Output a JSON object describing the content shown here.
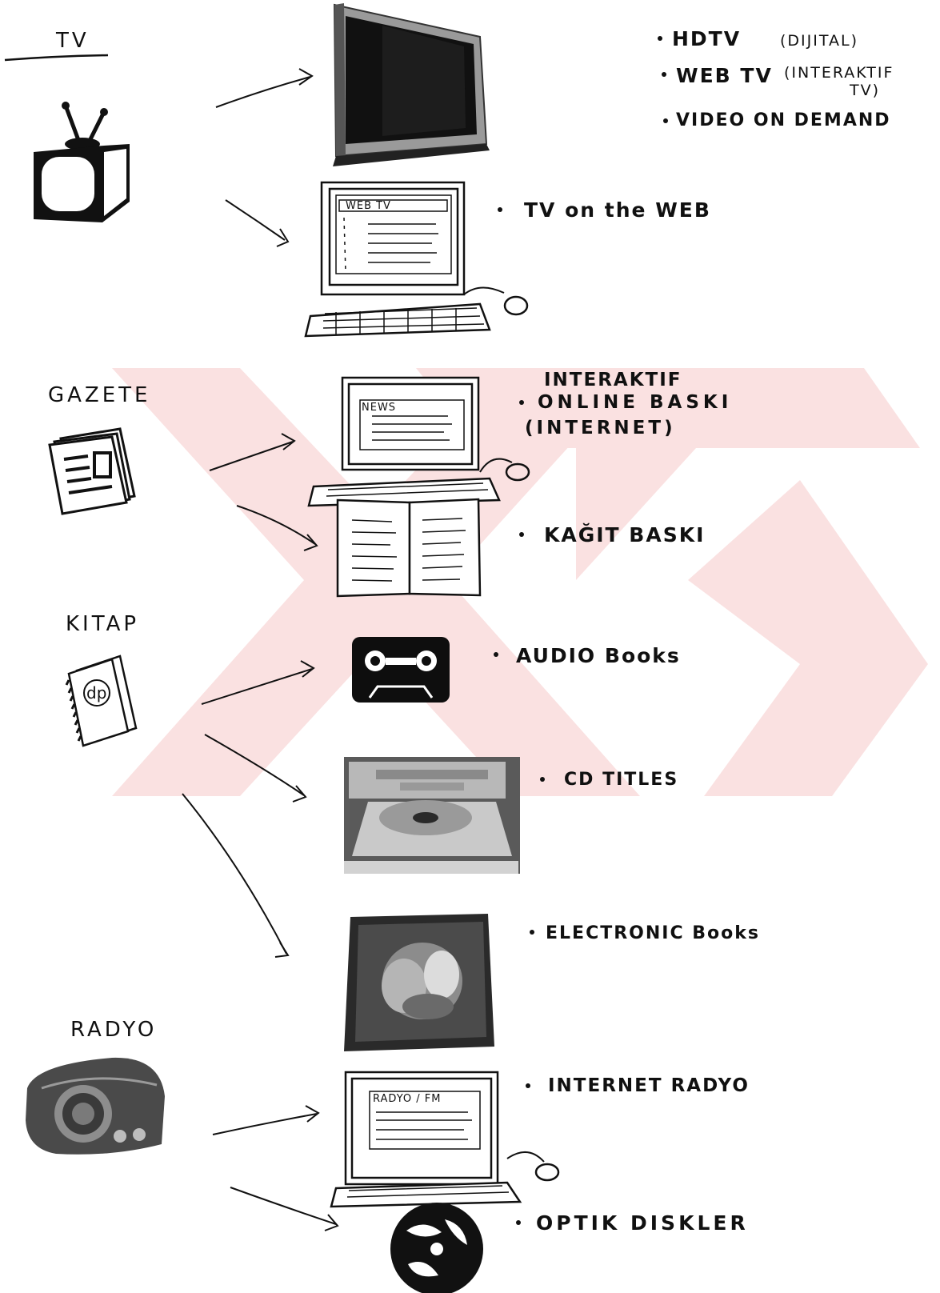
{
  "watermark": {
    "color": "#f2b8b8"
  },
  "sections": {
    "tv": {
      "heading": "TV",
      "bullets": [
        "HDTV",
        "WEB TV",
        "VIDEO ON DEMAND",
        "TV on the WEB"
      ],
      "notes": {
        "hdtv": "(DIJITAL)",
        "webtv_1": "(INTERAKTIF",
        "webtv_2": "TV)"
      },
      "screen_text": "WEB TV"
    },
    "gazete": {
      "heading": "GAZETE",
      "online": [
        "INTERAKTIF",
        "ONLINE BASKI",
        "(INTERNET)"
      ],
      "print": "KAĞIT BASKI",
      "screen_text": "NEWS"
    },
    "kitap": {
      "heading": "KITAP",
      "bullets": [
        "AUDIO Books",
        "CD TITLES",
        "ELECTRONIC Books"
      ],
      "book_logo": "dp"
    },
    "radyo": {
      "heading": "RADYO",
      "bullets": [
        "INTERNET RADYO",
        "OPTIK DISKLER"
      ],
      "screen_text": "RADYO / FM"
    }
  },
  "icons": [
    "retro-tv-icon",
    "flat-tv-icon",
    "web-tv-computer-icon",
    "newspaper-icon",
    "news-laptop-icon",
    "paper-press-icon",
    "spiral-book-icon",
    "cassette-icon",
    "cd-drive-icon",
    "ebook-monitor-icon",
    "radio-icon",
    "radio-laptop-icon",
    "optical-disc-icon"
  ]
}
